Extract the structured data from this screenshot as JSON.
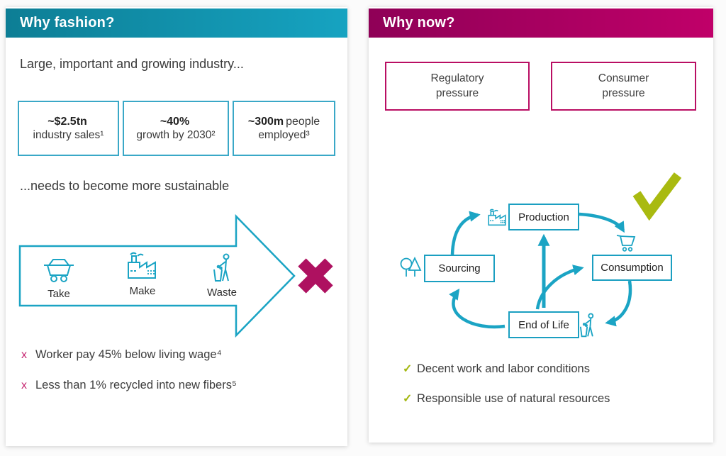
{
  "left_panel": {
    "title": "Why fashion?",
    "intro": "Large, important and growing industry...",
    "stats": [
      {
        "value": "~$2.5tn",
        "value_suffix": "",
        "label": "industry sales¹"
      },
      {
        "value": "~40%",
        "value_suffix": "",
        "label": "growth by 2030²"
      },
      {
        "value": "~300m",
        "value_suffix": "people",
        "label": "employed³"
      }
    ],
    "subheading": "...needs to become more sustainable",
    "flow_steps": [
      {
        "label": "Take",
        "icon": "mine-cart-icon"
      },
      {
        "label": "Make",
        "icon": "factory-icon"
      },
      {
        "label": "Waste",
        "icon": "person-discarding-icon"
      }
    ],
    "negatives": [
      {
        "marker": "x",
        "text": "Worker pay 45% below living wage⁴"
      },
      {
        "marker": "x",
        "text": "Less than 1% recycled into new fibers⁵"
      }
    ]
  },
  "right_panel": {
    "title": "Why now?",
    "pressures": [
      {
        "label": "Regulatory pressure"
      },
      {
        "label": "Consumer pressure"
      }
    ],
    "cycle": {
      "nodes": [
        {
          "label": "Production",
          "icon": "factory-icon"
        },
        {
          "label": "Sourcing",
          "icon": "trees-icon"
        },
        {
          "label": "Consumption",
          "icon": "shopping-cart-icon"
        },
        {
          "label": "End of Life",
          "icon": "person-discarding-icon"
        }
      ],
      "edges": [
        {
          "from": "Sourcing",
          "to": "Production"
        },
        {
          "from": "Production",
          "to": "Consumption"
        },
        {
          "from": "Consumption",
          "to": "End of Life"
        },
        {
          "from": "End of Life",
          "to": "Sourcing"
        },
        {
          "from": "End of Life",
          "to": "Production"
        },
        {
          "from": "End of Life",
          "to": "Consumption"
        }
      ]
    },
    "positives": [
      {
        "marker": "✓",
        "text": "Decent work and labor conditions"
      },
      {
        "marker": "✓",
        "text": "Responsible use of natural resources"
      }
    ]
  },
  "colors": {
    "teal_header_start": "#0d7e95",
    "teal_header_end": "#16a3c1",
    "magenta_header_start": "#8f0057",
    "magenta_header_end": "#c00069",
    "teal_accent": "#1ba4c4",
    "magenta_accent": "#b90e63",
    "cross_red": "#ae1160",
    "check_green": "#a9ba10",
    "text_dark": "#3a3a3a"
  }
}
